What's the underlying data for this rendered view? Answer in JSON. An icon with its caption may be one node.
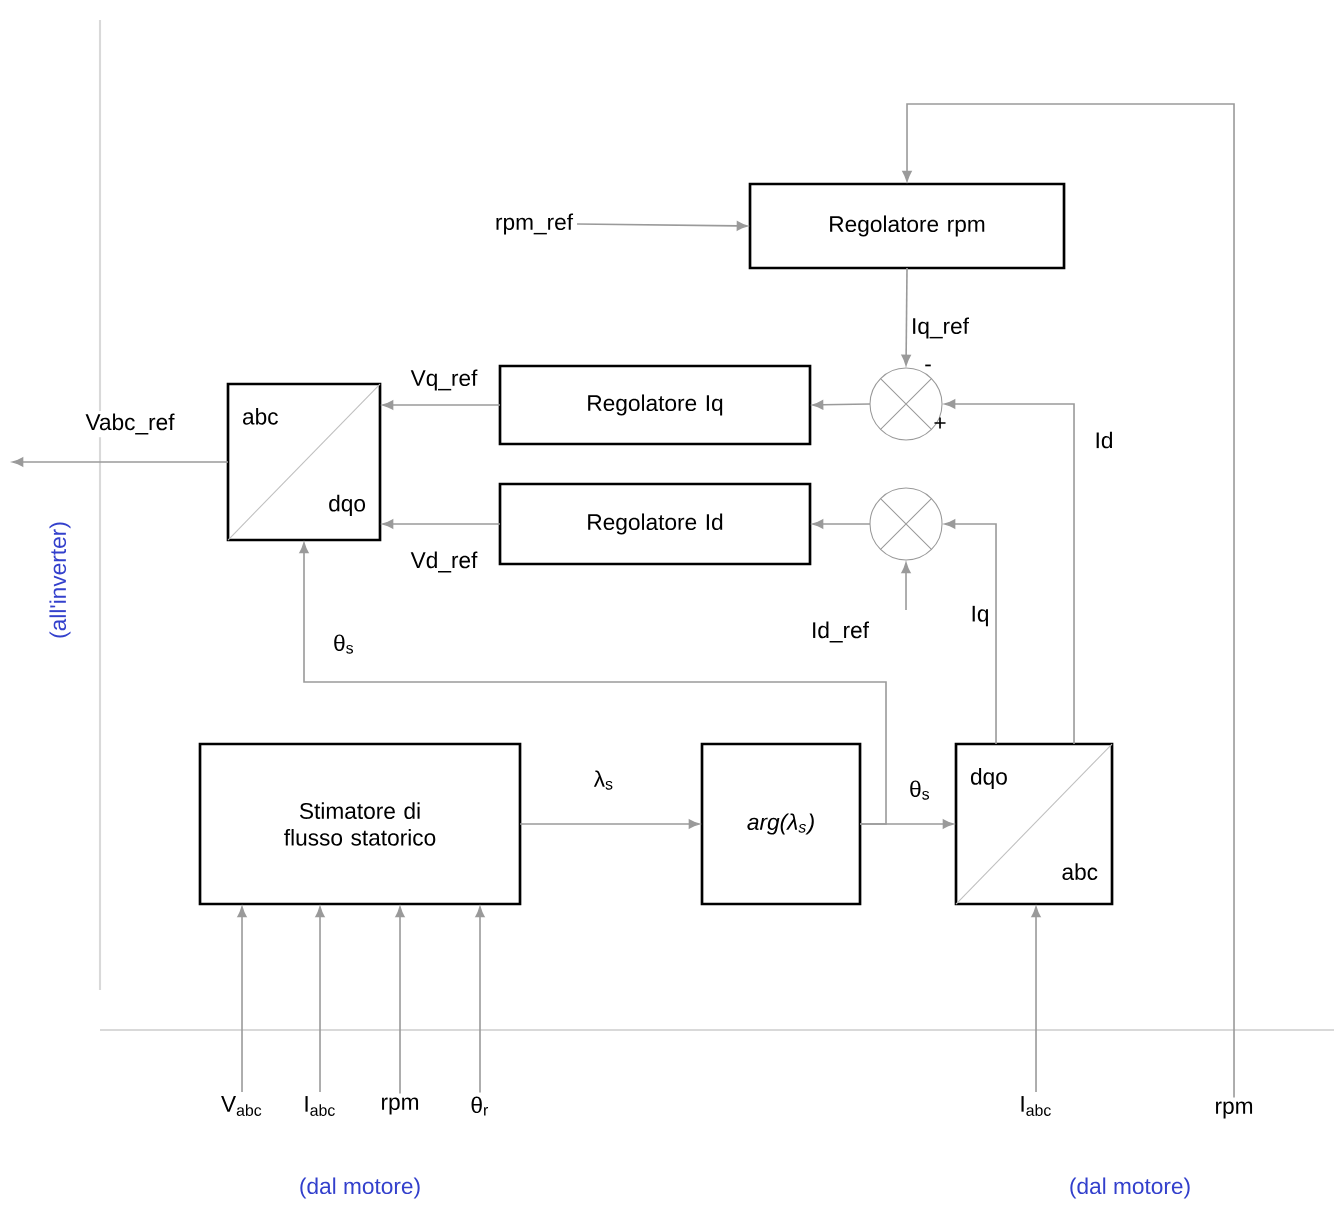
{
  "diagram": {
    "nodes": [
      {
        "text": [
          "rpm_ref"
        ]
      },
      {
        "text": [
          "Regolatore rpm"
        ]
      },
      {
        "text": [
          "abc",
          "dqo"
        ]
      },
      {
        "text": [
          "Regolatore Iq"
        ]
      },
      {
        "text": [],
        "shape": "circle"
      },
      {
        "text": [
          "Regolatore Id"
        ]
      },
      {
        "text": [],
        "shape": "circle"
      },
      {
        "text": [
          "Stimatore di flusso statorico"
        ]
      },
      {
        "text": [
          "arg(λ$_{s}$)"
        ]
      },
      {
        "text": [
          "dqo",
          "abc"
        ]
      },
      {
        "text": [
          "V$_{abc}$"
        ]
      },
      {
        "text": [
          "I$_{abc}$"
        ]
      },
      {
        "text": [
          "rpm"
        ]
      },
      {
        "text": [
          "θ$_{r}$"
        ]
      },
      {
        "text": [
          "I$_{abc}$"
        ]
      },
      {
        "text": [
          "rpm"
        ]
      }
    ],
    "edges": [
      {
        "from": 0,
        "to": 1,
        "arrow": "to"
      },
      {
        "from": 15,
        "to": 1,
        "arrow": "to"
      },
      {
        "from": 1,
        "to": 4,
        "arrow": "to",
        "label": "Iq_ref"
      },
      {
        "from": 4,
        "to": 3,
        "arrow": "to"
      },
      {
        "from": 6,
        "to": 5,
        "arrow": "to"
      },
      {
        "from": 3,
        "to": 2,
        "arrow": "to",
        "label": "Vq_ref"
      },
      {
        "from": 5,
        "to": 2,
        "arrow": "to",
        "label": "Vd_ref"
      },
      {
        "from": 2,
        "to": null,
        "arrow": "to",
        "label": "Vabc_ref"
      },
      {
        "from": 7,
        "to": 8,
        "arrow": "to",
        "label": "λ$_{s}$"
      },
      {
        "from": 8,
        "to": 9,
        "arrow": "to",
        "label": "θ$_{s}$"
      },
      {
        "from": 8,
        "to": 2,
        "arrow": "to",
        "label": "θ$_{s}$"
      },
      {
        "from": 9,
        "to": 4,
        "arrow": "to",
        "label": "Id"
      },
      {
        "from": 9,
        "to": 6,
        "arrow": "to",
        "label": "Iq"
      },
      {
        "from": null,
        "to": 6,
        "arrow": "to",
        "label": "Id_ref"
      },
      {
        "from": 10,
        "to": 7,
        "arrow": "to"
      },
      {
        "from": 11,
        "to": 7,
        "arrow": "to"
      },
      {
        "from": 12,
        "to": 7,
        "arrow": "to"
      },
      {
        "from": 13,
        "to": 7,
        "arrow": "to"
      },
      {
        "from": 14,
        "to": 9,
        "arrow": "to"
      }
    ],
    "labels": [
      "-",
      "+",
      "(all'inverter)",
      "(dal motore)",
      "(dal motore)"
    ]
  }
}
